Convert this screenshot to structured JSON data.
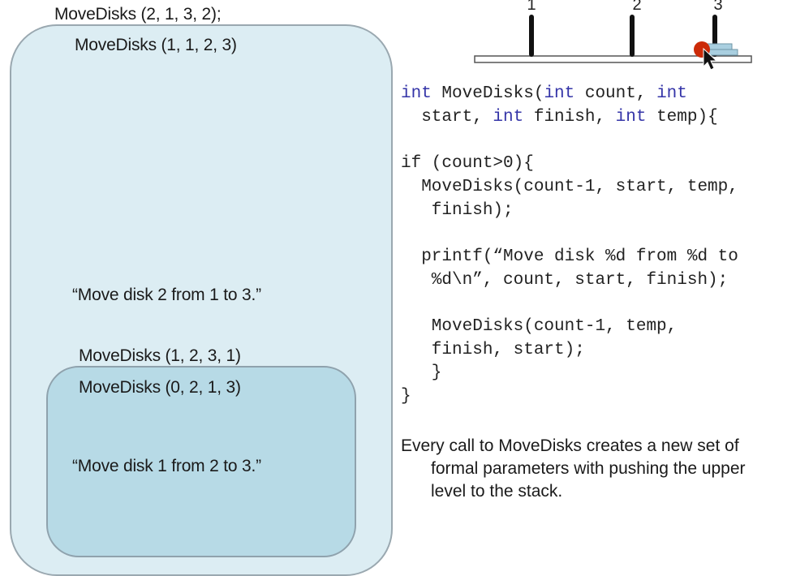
{
  "stack": {
    "top_call": "MoveDisks (2, 1, 3, 2);",
    "outer_call": "MoveDisks (1, 1, 2, 3)",
    "outer_output": "“Move  disk 2 from 1 to 3.”",
    "second_call": "MoveDisks (1, 2, 3, 1)",
    "inner_call": "MoveDisks (0, 2, 1, 3)",
    "inner_output": "“Move  disk 1 from 2 to 3.”"
  },
  "code": {
    "kw_int": "int",
    "fn_name": " MoveDisks(",
    "p_count": " count, ",
    "p_start": "  start, ",
    "p_finish": " finish, ",
    "p_temp": " temp){",
    "if_line": "if (count>0){",
    "call1_a": "  MoveDisks(count-1, start, temp,",
    "call1_b": "   finish);",
    "printf_a": "  printf(“Move disk %d from %d to",
    "printf_b": "   %d\\n”, count, start, finish);",
    "call2_a": "   MoveDisks(count-1, temp,",
    "call2_b": "   finish, start);",
    "close_inner": "   }",
    "close_outer": "}"
  },
  "explanation": "Every call to MoveDisks creates a new set of formal parameters with pushing the upper level to the stack.",
  "tower": {
    "peg_labels": [
      "1",
      "2",
      "3"
    ],
    "disk_colors": [
      "#a9cfe0",
      "#a9cfe0"
    ],
    "cursor_color": "#cc2a08"
  }
}
